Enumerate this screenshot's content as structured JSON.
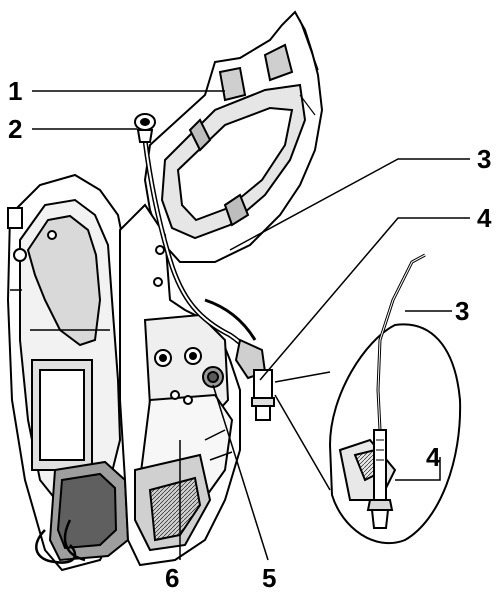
{
  "callouts": {
    "c1": "1",
    "c2": "2",
    "c3_main": "3",
    "c4_main": "4",
    "c3_detail": "3",
    "c4_detail": "4",
    "c5": "5",
    "c6": "6"
  },
  "colors": {
    "ink": "#000000",
    "paper": "#ffffff",
    "shade": "#d9d9d9",
    "dark": "#8c8c8c"
  }
}
